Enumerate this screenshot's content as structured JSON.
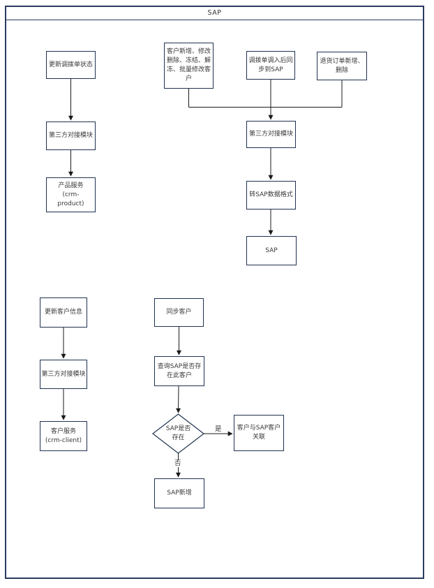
{
  "page": {
    "title": "SAP"
  },
  "flowchart": {
    "nodes": {
      "update_transfer_status": {
        "label": "更新调拨单状态"
      },
      "third_party_module_left": {
        "label": "第三方对接模块"
      },
      "product_service": {
        "label": "产品服务\n(crm-\nproduct)"
      },
      "customer_ops": {
        "label": "客户新增、修改\n删除、冻结、解\n冻、批量修改客\n户"
      },
      "transfer_sync": {
        "label": "调拨单调入后同\n步到SAP"
      },
      "return_order": {
        "label": "退货订单新增、\n删除"
      },
      "third_party_module_mid": {
        "label": "第三方对接模块"
      },
      "convert_sap_format": {
        "label": "转SAP数据格式"
      },
      "sap_system": {
        "label": "SAP"
      },
      "update_customer_info": {
        "label": "更新客户信息"
      },
      "third_party_module_bottom": {
        "label": "第三方对接模块"
      },
      "client_service": {
        "label": "客户服务\n(crm-client)"
      },
      "sync_customer": {
        "label": "同步客户"
      },
      "query_sap_exists": {
        "label": "查询SAP是否存\n在此客户"
      },
      "sap_exists_decision": {
        "label": "SAP是否\n存在"
      },
      "link_customer": {
        "label": "客户与SAP客户\n关联"
      },
      "sap_create": {
        "label": "SAP新增"
      }
    },
    "edge_labels": {
      "yes": "是",
      "no": "否"
    },
    "colors": {
      "frame_border": "#2a3a5e",
      "box_border": "#1f3150",
      "connector_line": "#1a1a1a",
      "text": "#383838"
    }
  }
}
